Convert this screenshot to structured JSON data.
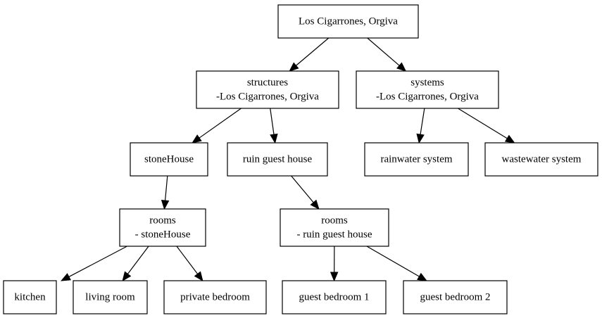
{
  "diagram": {
    "type": "tree",
    "nodes": [
      {
        "id": "root",
        "lines": [
          "Los Cigarrones, Orgiva"
        ]
      },
      {
        "id": "structures",
        "lines": [
          "structures",
          "-Los Cigarrones, Orgiva"
        ]
      },
      {
        "id": "systems",
        "lines": [
          "systems",
          "-Los Cigarrones, Orgiva"
        ]
      },
      {
        "id": "stonehouse",
        "lines": [
          "stoneHouse"
        ]
      },
      {
        "id": "ruin-guest-house",
        "lines": [
          "ruin guest house"
        ]
      },
      {
        "id": "rainwater-system",
        "lines": [
          "rainwater system"
        ]
      },
      {
        "id": "wastewater-system",
        "lines": [
          "wastewater system"
        ]
      },
      {
        "id": "rooms-stonehouse",
        "lines": [
          "rooms",
          "- stoneHouse"
        ]
      },
      {
        "id": "rooms-ruin-guest-house",
        "lines": [
          "rooms",
          "- ruin guest house"
        ]
      },
      {
        "id": "kitchen",
        "lines": [
          "kitchen"
        ]
      },
      {
        "id": "living-room",
        "lines": [
          "living room"
        ]
      },
      {
        "id": "private-bedroom",
        "lines": [
          "private bedroom"
        ]
      },
      {
        "id": "guest-bedroom-1",
        "lines": [
          "guest bedroom 1"
        ]
      },
      {
        "id": "guest-bedroom-2",
        "lines": [
          "guest bedroom 2"
        ]
      }
    ],
    "edges": [
      {
        "from": "root",
        "to": "structures"
      },
      {
        "from": "root",
        "to": "systems"
      },
      {
        "from": "structures",
        "to": "stonehouse"
      },
      {
        "from": "structures",
        "to": "ruin-guest-house"
      },
      {
        "from": "systems",
        "to": "rainwater-system"
      },
      {
        "from": "systems",
        "to": "wastewater-system"
      },
      {
        "from": "stonehouse",
        "to": "rooms-stonehouse"
      },
      {
        "from": "ruin-guest-house",
        "to": "rooms-ruin-guest-house"
      },
      {
        "from": "rooms-stonehouse",
        "to": "kitchen"
      },
      {
        "from": "rooms-stonehouse",
        "to": "living-room"
      },
      {
        "from": "rooms-stonehouse",
        "to": "private-bedroom"
      },
      {
        "from": "rooms-ruin-guest-house",
        "to": "guest-bedroom-1"
      },
      {
        "from": "rooms-ruin-guest-house",
        "to": "guest-bedroom-2"
      }
    ]
  }
}
